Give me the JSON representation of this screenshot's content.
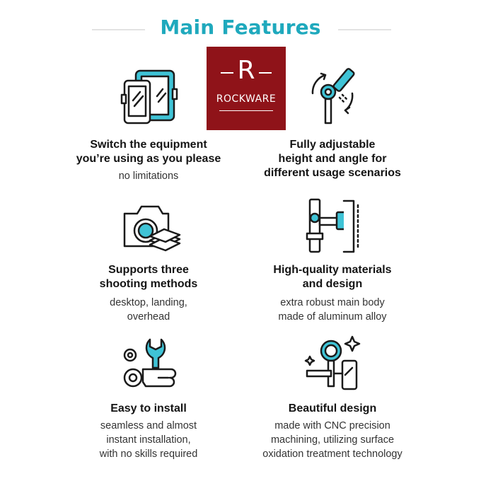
{
  "title": "Main Features",
  "logo": {
    "letter": "R",
    "word": "ROCKWARE",
    "color": "#8f1319"
  },
  "colors": {
    "accent": "#1fa9bd",
    "icon_stroke": "#1a1a1a"
  },
  "features": [
    {
      "icon": "tablet-phone-icon",
      "heading_lines": [
        "Switch the equipment",
        "you’re using as you please"
      ],
      "desc_lines": [
        "no limitations"
      ]
    },
    {
      "icon": "adjustable-arm-icon",
      "heading_lines": [
        "Fully adjustable",
        "height and angle for",
        "different usage scenarios"
      ],
      "desc_lines": []
    },
    {
      "icon": "camera-stack-icon",
      "heading_lines": [
        "Supports three",
        "shooting methods"
      ],
      "desc_lines": [
        "desktop, landing,",
        "overhead"
      ]
    },
    {
      "icon": "mount-clamp-icon",
      "heading_lines": [
        "High-quality materials",
        "and design"
      ],
      "desc_lines": [
        "extra robust main body",
        "made of aluminum alloy"
      ]
    },
    {
      "icon": "wrench-hand-icon",
      "heading_lines": [
        "Easy to install"
      ],
      "desc_lines": [
        "seamless and almost",
        "instant installation,",
        "with no skills required"
      ]
    },
    {
      "icon": "phone-holder-sparkle-icon",
      "heading_lines": [
        "Beautiful design"
      ],
      "desc_lines": [
        "made with CNC precision",
        "machining, utilizing surface",
        "oxidation treatment technology"
      ]
    }
  ]
}
